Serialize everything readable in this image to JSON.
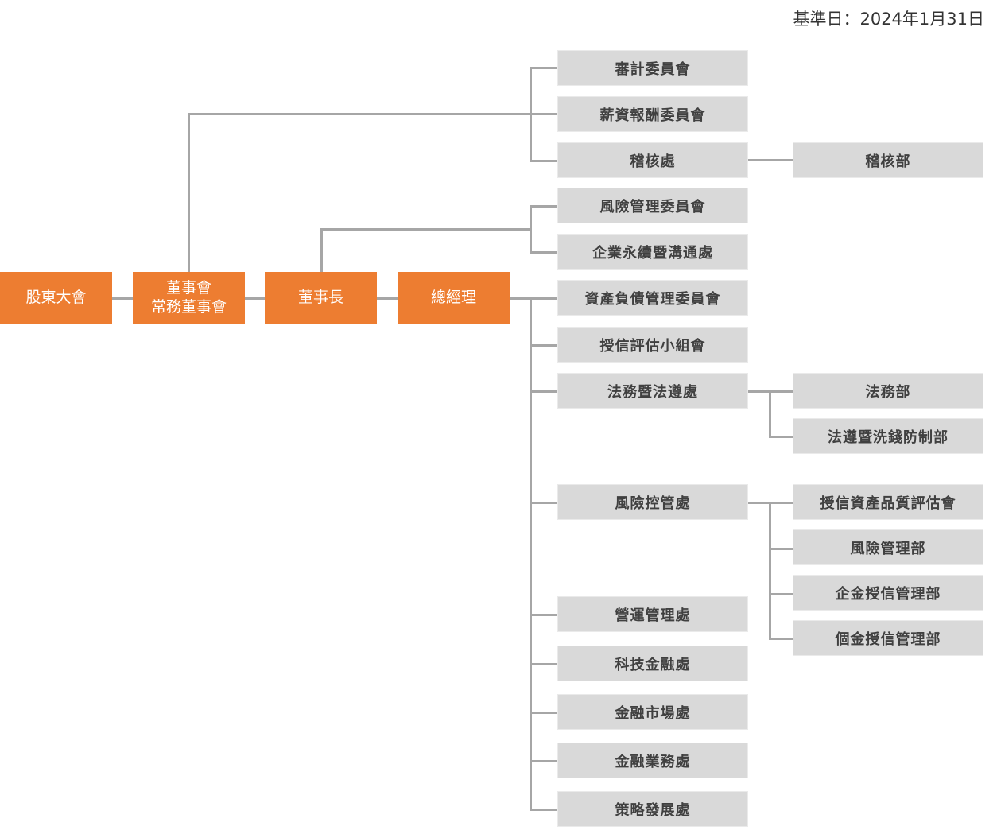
{
  "base_date": "基準日：2024年1月31日",
  "top_level": {
    "shareholders": "股東大會",
    "board_line1": "董事會",
    "board_line2": "常務董事會",
    "chairman": "董事長",
    "president": "總經理"
  },
  "board_units": [
    {
      "label": "審計委員會"
    },
    {
      "label": "薪資報酬委員會"
    },
    {
      "label": "稽核處",
      "children": [
        "稽核部"
      ]
    }
  ],
  "chairman_units": [
    {
      "label": "風險管理委員會"
    },
    {
      "label": "企業永續暨溝通處"
    }
  ],
  "president_units": [
    {
      "label": "資產負債管理委員會"
    },
    {
      "label": "授信評估小組會"
    },
    {
      "label": "法務暨法遵處",
      "children": [
        "法務部",
        "法遵暨洗錢防制部"
      ]
    },
    {
      "label": "風險控管處",
      "children": [
        "授信資產品質評估會",
        "風險管理部",
        "企金授信管理部",
        "個金授信管理部"
      ]
    },
    {
      "label": "營運管理處"
    },
    {
      "label": "科技金融處"
    },
    {
      "label": "金融市場處"
    },
    {
      "label": "金融業務處"
    },
    {
      "label": "策略發展處"
    }
  ],
  "colors": {
    "top_level_fill": "#ed7d31",
    "unit_fill": "#d9d9d9",
    "connector": "#a6a6a6"
  }
}
